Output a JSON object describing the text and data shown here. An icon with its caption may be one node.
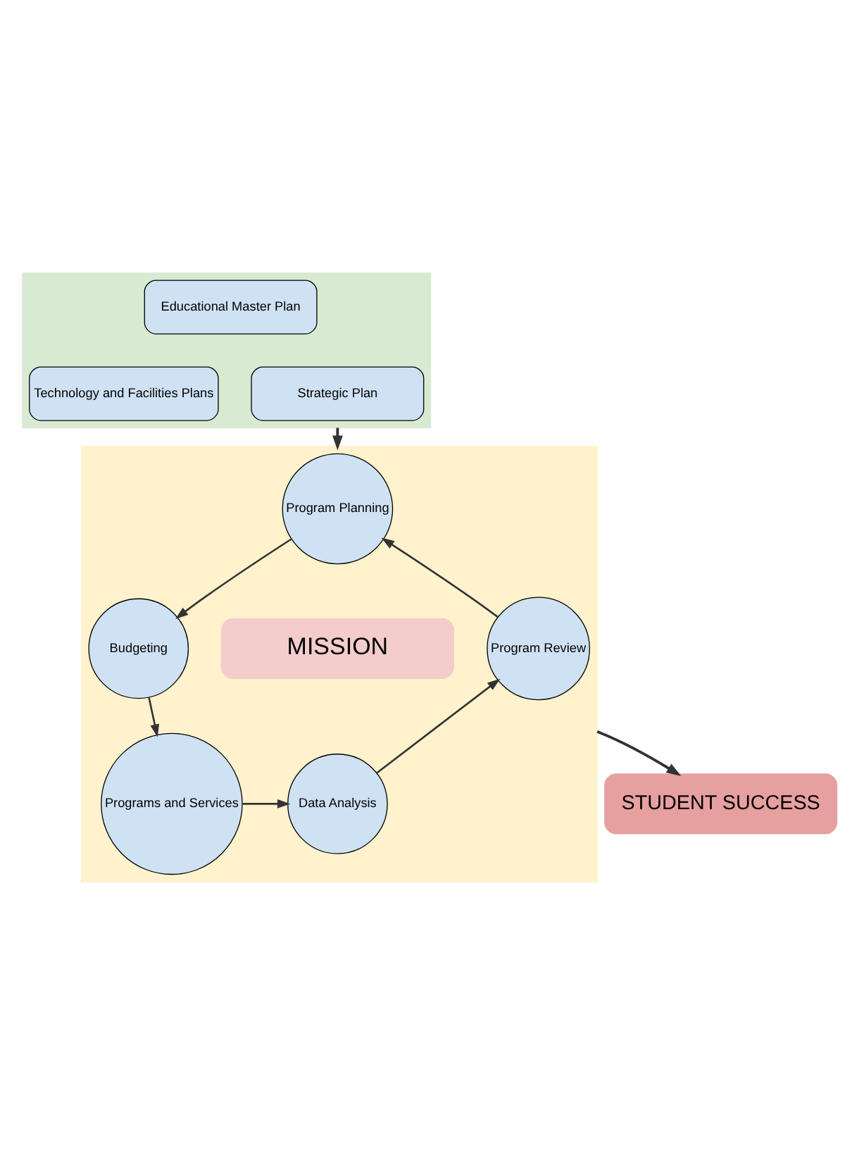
{
  "diagram": {
    "nodes": [
      {
        "text": [],
        "shape": "arrow"
      },
      {
        "text": [
          "Educational Master Plan"
        ],
        "in": 0
      },
      {
        "text": [
          "Technology and Facilities Plans"
        ],
        "in": 0
      },
      {
        "text": [
          "Strategic Plan"
        ],
        "in": 0
      },
      {
        "text": [],
        "shape": "arrow"
      },
      {
        "text": [
          "Program Planning"
        ],
        "in": 4
      },
      {
        "text": [
          "Budgeting"
        ],
        "in": 4
      },
      {
        "text": [
          "Programs and Services"
        ],
        "in": 4
      },
      {
        "text": [
          "Data Analysis"
        ],
        "in": 4
      },
      {
        "text": [
          "Program Review"
        ],
        "in": 4
      },
      {
        "text": [
          "MISSION"
        ],
        "in": 4
      },
      {
        "text": [
          "STUDENT SUCCESS"
        ]
      }
    ],
    "edges": [
      {
        "from": 0,
        "to": 4,
        "arrow": "to"
      },
      {
        "from": 9,
        "to": 5,
        "arrow": "to"
      },
      {
        "from": 5,
        "to": 6,
        "arrow": "to"
      },
      {
        "from": 6,
        "to": 7,
        "arrow": "to"
      },
      {
        "from": 7,
        "to": 8,
        "arrow": "to"
      },
      {
        "from": 8,
        "to": 9,
        "arrow": "to"
      },
      {
        "from": 4,
        "to": 11,
        "arrow": "to"
      }
    ]
  }
}
